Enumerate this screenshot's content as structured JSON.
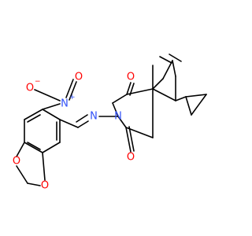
{
  "molecule": {
    "labels": {
      "nitro_o_minus": "O",
      "minus_sign": "−",
      "nitro_n_plus": "N",
      "plus_sign": "+",
      "nitro_o": "O",
      "imine_n": "N",
      "imide_n": "N",
      "carbonyl_o_top": "O",
      "carbonyl_o_bottom": "O",
      "dioxole_o_top": "O",
      "dioxole_o_bottom": "O"
    }
  },
  "colors": {
    "bond": "#000000",
    "oxygen": "#ff0000",
    "nitrogen": "#3050f8"
  }
}
